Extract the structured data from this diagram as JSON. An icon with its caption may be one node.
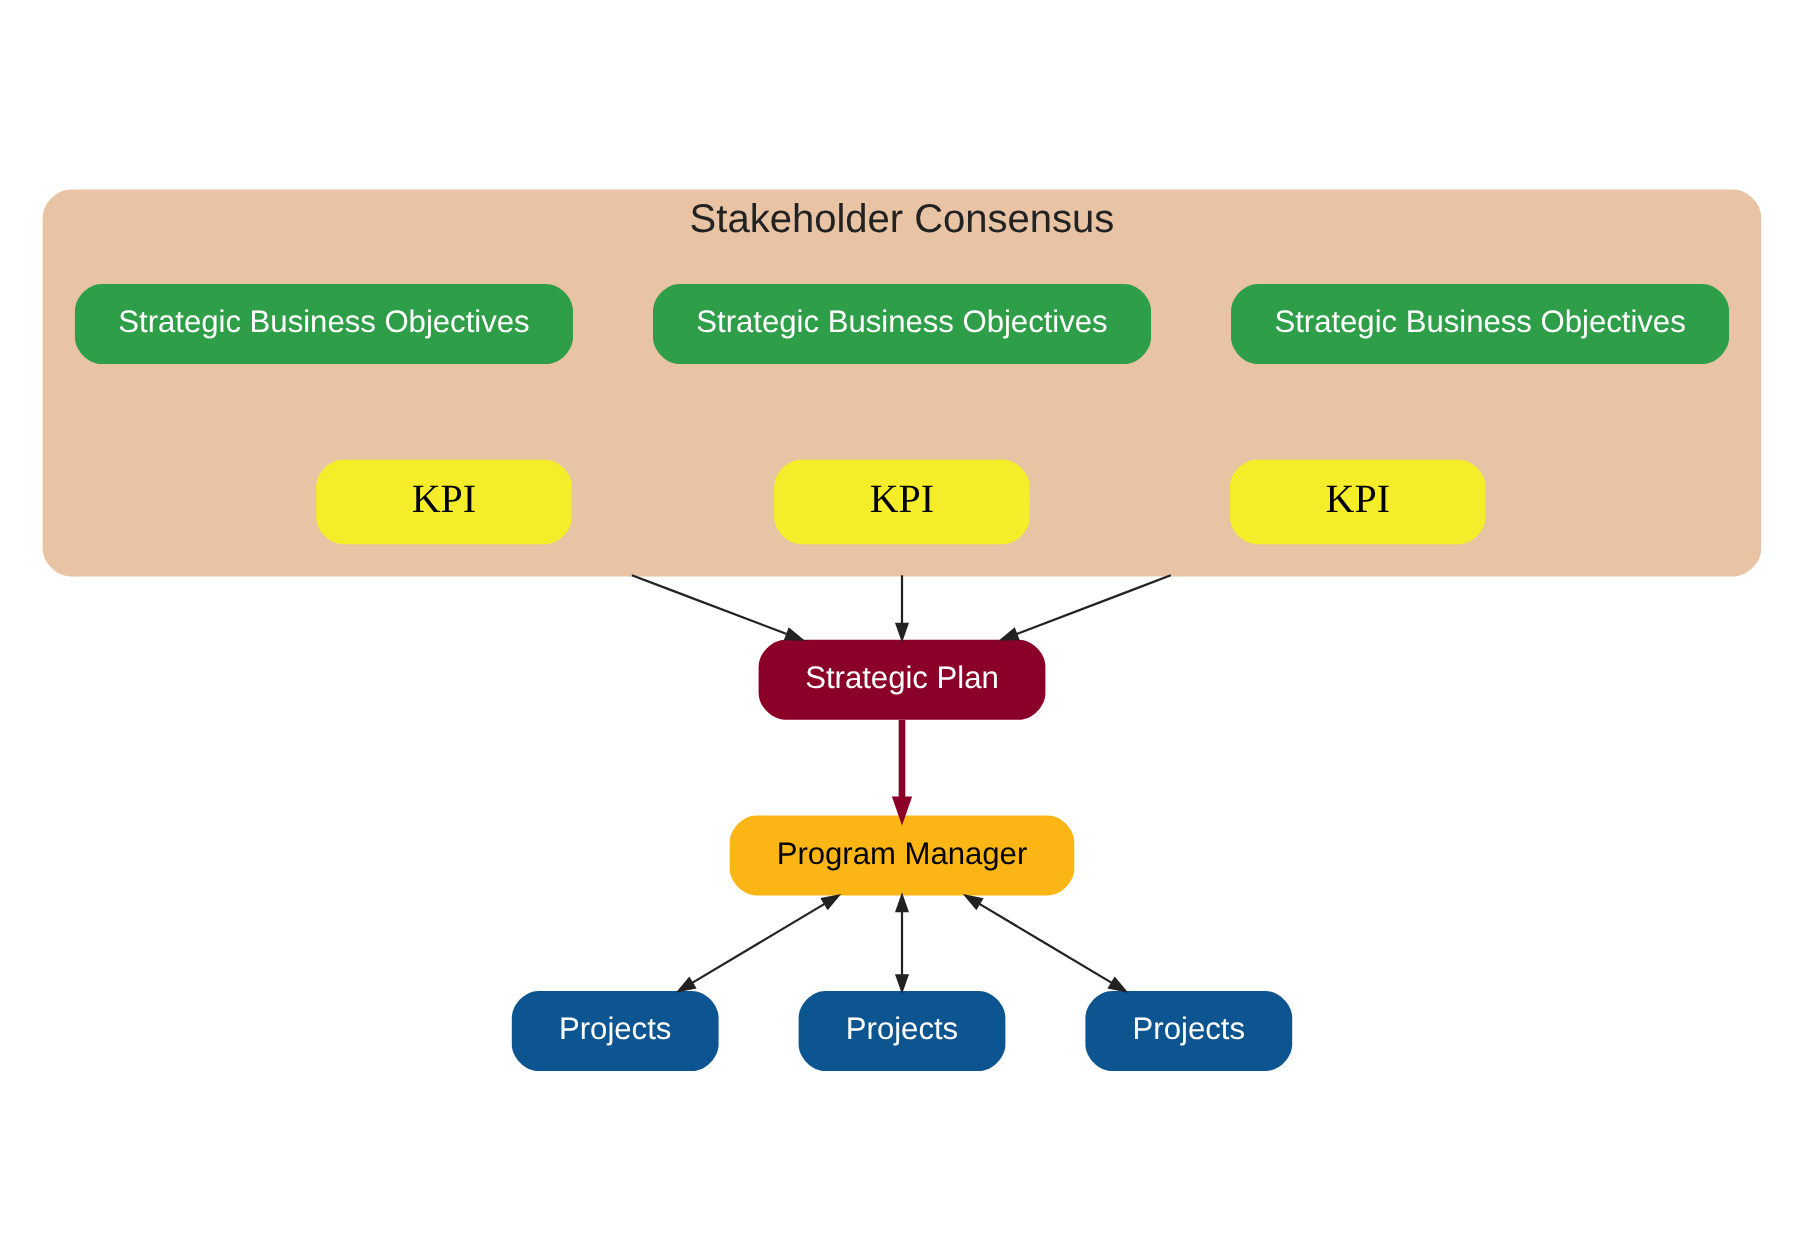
{
  "diagram": {
    "nodes": [
      {
        "text": [
          "Stakeholder Consensus"
        ]
      },
      {
        "text": [
          "Strategic Business Objectives"
        ],
        "in": 0
      },
      {
        "text": [
          "KPI"
        ],
        "in": 0
      },
      {
        "text": [
          "Strategic Business Objectives"
        ],
        "in": 0
      },
      {
        "text": [
          "KPI"
        ],
        "in": 0
      },
      {
        "text": [
          "Strategic Business Objectives"
        ],
        "in": 0
      },
      {
        "text": [
          "KPI"
        ],
        "in": 0
      },
      {
        "text": [
          "Strategic Plan"
        ]
      },
      {
        "text": [
          "Program Manager"
        ]
      },
      {
        "text": [
          "Projects"
        ]
      },
      {
        "text": [
          "Projects"
        ]
      },
      {
        "text": [
          "Projects"
        ]
      }
    ],
    "edges": [
      {
        "from": 0,
        "to": 7,
        "arrow": "to"
      },
      {
        "from": 0,
        "to": 7,
        "arrow": "to"
      },
      {
        "from": 0,
        "to": 7,
        "arrow": "to"
      },
      {
        "from": 7,
        "to": 8,
        "arrow": "to",
        "style": "thick",
        "color": "#8b0029"
      },
      {
        "from": 8,
        "to": 9,
        "arrow": "both"
      },
      {
        "from": 8,
        "to": 10,
        "arrow": "both"
      },
      {
        "from": 8,
        "to": 11,
        "arrow": "both"
      }
    ]
  }
}
